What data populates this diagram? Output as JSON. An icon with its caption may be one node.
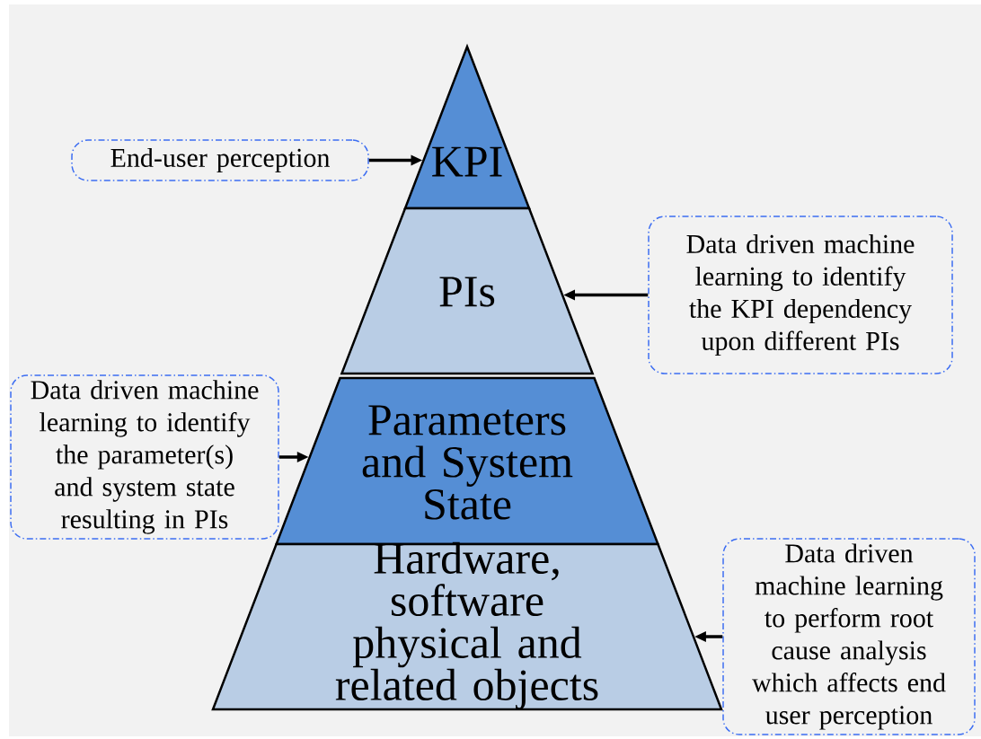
{
  "diagram": {
    "nodes": [
      {
        "text": [
          "KPI"
        ]
      },
      {
        "text": [
          "PIs"
        ]
      },
      {
        "text": [
          "Parameters and System State"
        ]
      },
      {
        "text": [
          "Hardware, software physical and related objects"
        ]
      },
      {
        "text": [
          "End-user perception"
        ]
      },
      {
        "text": [
          "Data driven machine learning to identify the KPI dependency upon different PIs"
        ]
      },
      {
        "text": [
          "Data driven machine learning to identify the parameter(s) and system state resulting in PIs"
        ]
      },
      {
        "text": [
          "Data driven machine learning to perform root cause analysis which affects end user perception"
        ]
      }
    ],
    "edges": [
      {
        "from": 4,
        "to": 0,
        "arrow": "to"
      },
      {
        "from": 5,
        "to": 1,
        "arrow": "to"
      },
      {
        "from": 6,
        "to": 2,
        "arrow": "to"
      },
      {
        "from": 7,
        "to": 3,
        "arrow": "to"
      }
    ]
  }
}
